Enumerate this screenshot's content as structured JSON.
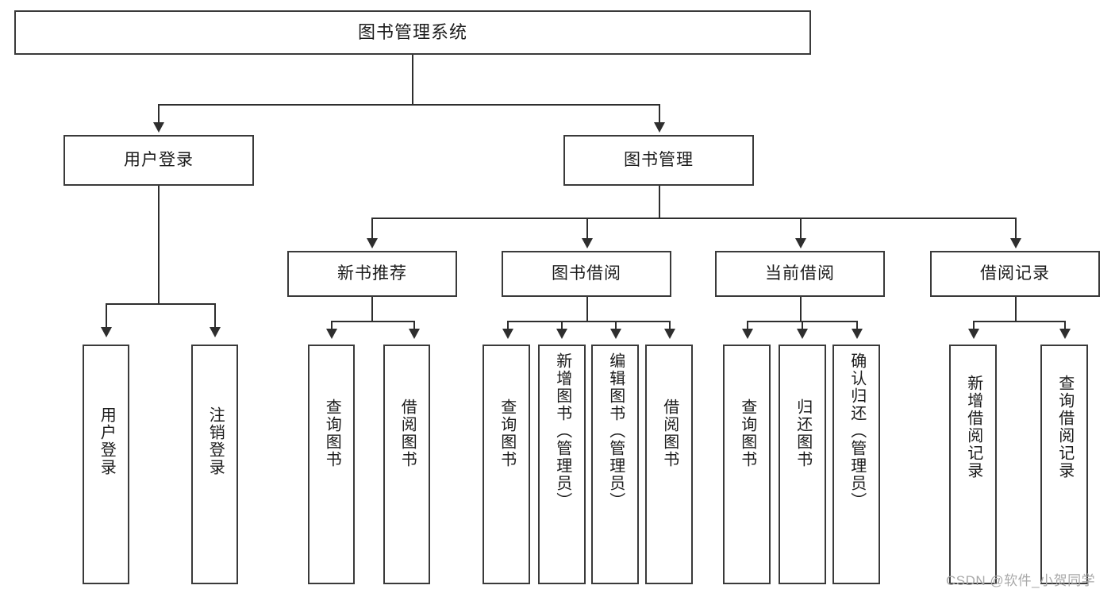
{
  "diagram": {
    "title": "图书管理系统",
    "type": "hierarchy-tree",
    "colors": {
      "box_border": "#3a3a3a",
      "connector": "#2e2e2e",
      "background": "#ffffff",
      "text": "#1b1b1b",
      "watermark": "#a9a9a9"
    },
    "root": {
      "label": "图书管理系统"
    },
    "level2": [
      {
        "label": "用户登录"
      },
      {
        "label": "图书管理"
      }
    ],
    "level3": [
      {
        "label": "新书推荐"
      },
      {
        "label": "图书借阅"
      },
      {
        "label": "当前借阅"
      },
      {
        "label": "借阅记录"
      }
    ],
    "leaves": {
      "user_login": [
        {
          "label": "用户登录"
        },
        {
          "label": "注销登录"
        }
      ],
      "new_book_recommend": [
        {
          "label": "查询图书"
        },
        {
          "label": "借阅图书"
        }
      ],
      "book_borrow": [
        {
          "label": "查询图书"
        },
        {
          "label": "新增图书（管理员）"
        },
        {
          "label": "编辑图书（管理员）"
        },
        {
          "label": "借阅图书"
        }
      ],
      "current_borrow": [
        {
          "label": "查询图书"
        },
        {
          "label": "归还图书"
        },
        {
          "label": "确认归还（管理员）"
        }
      ],
      "borrow_record": [
        {
          "label": "新增借阅记录"
        },
        {
          "label": "查询借阅记录"
        }
      ]
    }
  },
  "watermark": {
    "text": "CSDN @软件_小贺同学"
  }
}
